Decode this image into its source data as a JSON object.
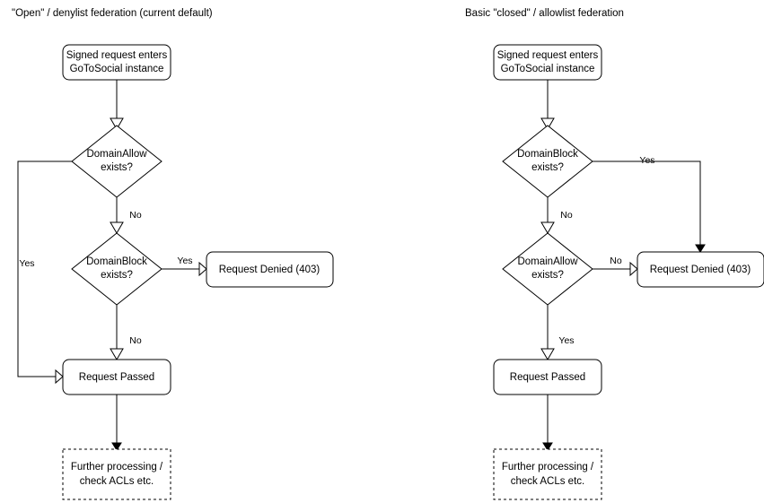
{
  "diagram": {
    "background_color": "#ffffff",
    "stroke_color": "#000000",
    "text_color": "#000000",
    "columns": [
      {
        "id": "open-denylist",
        "title": "\"Open\" / denylist federation (current default)",
        "nodes": {
          "entry": {
            "line1": "Signed request enters",
            "line2": "GoToSocial instance",
            "shape": "rounded-rect"
          },
          "decision_1": {
            "line1": "DomainAllow",
            "line2": "exists?",
            "shape": "diamond"
          },
          "decision_2": {
            "line1": "DomainBlock",
            "line2": "exists?",
            "shape": "diamond"
          },
          "denied": {
            "line1": "Request Denied (403)",
            "shape": "rounded-rect"
          },
          "passed": {
            "line1": "Request Passed",
            "shape": "rounded-rect"
          },
          "further": {
            "line1": "Further processing /",
            "line2": "check ACLs etc.",
            "shape": "dashed-rect"
          }
        },
        "edge_labels": {
          "allow_yes": "Yes",
          "allow_no": "No",
          "block_yes": "Yes",
          "block_no": "No"
        }
      },
      {
        "id": "closed-allowlist",
        "title": "Basic \"closed\" / allowlist federation",
        "nodes": {
          "entry": {
            "line1": "Signed request enters",
            "line2": "GoToSocial instance",
            "shape": "rounded-rect"
          },
          "decision_1": {
            "line1": "DomainBlock",
            "line2": "exists?",
            "shape": "diamond"
          },
          "decision_2": {
            "line1": "DomainAllow",
            "line2": "exists?",
            "shape": "diamond"
          },
          "denied": {
            "line1": "Request Denied (403)",
            "shape": "rounded-rect"
          },
          "passed": {
            "line1": "Request Passed",
            "shape": "rounded-rect"
          },
          "further": {
            "line1": "Further processing /",
            "line2": "check ACLs etc.",
            "shape": "dashed-rect"
          }
        },
        "edge_labels": {
          "block_yes": "Yes",
          "block_no": "No",
          "allow_no": "No",
          "allow_yes": "Yes"
        }
      }
    ]
  }
}
